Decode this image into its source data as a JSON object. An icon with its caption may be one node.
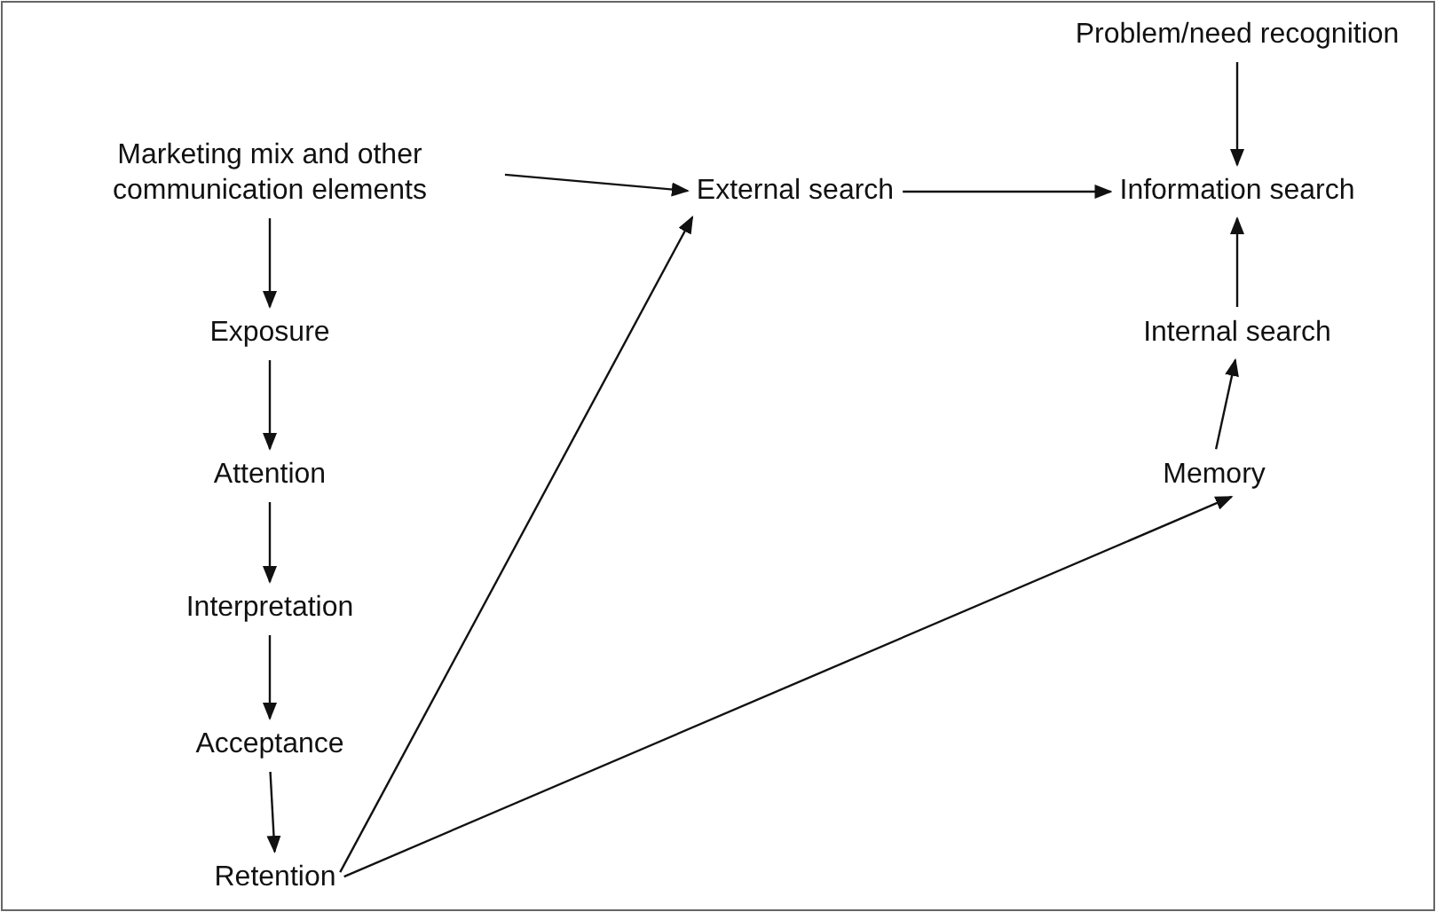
{
  "diagram": {
    "nodes": [
      {
        "text": [
          "Problem/need recognition"
        ]
      },
      {
        "text": [
          "Marketing mix and other communication elements"
        ]
      },
      {
        "text": [
          "External search"
        ]
      },
      {
        "text": [
          "Information search"
        ]
      },
      {
        "text": [
          "Exposure"
        ]
      },
      {
        "text": [
          "Internal search"
        ]
      },
      {
        "text": [
          "Attention"
        ]
      },
      {
        "text": [
          "Memory"
        ]
      },
      {
        "text": [
          "Interpretation"
        ]
      },
      {
        "text": [
          "Acceptance"
        ]
      },
      {
        "text": [
          "Retention"
        ]
      }
    ],
    "edges": [
      {
        "from": 0,
        "to": 3,
        "arrow": "to"
      },
      {
        "from": 1,
        "to": 2,
        "arrow": "to"
      },
      {
        "from": 2,
        "to": 3,
        "arrow": "to"
      },
      {
        "from": 1,
        "to": 4,
        "arrow": "to"
      },
      {
        "from": 4,
        "to": 6,
        "arrow": "to"
      },
      {
        "from": 6,
        "to": 8,
        "arrow": "to"
      },
      {
        "from": 8,
        "to": 9,
        "arrow": "to"
      },
      {
        "from": 9,
        "to": 10,
        "arrow": "to"
      },
      {
        "from": 10,
        "to": 2,
        "arrow": "to"
      },
      {
        "from": 10,
        "to": 7,
        "arrow": "to"
      },
      {
        "from": 7,
        "to": 5,
        "arrow": "to"
      },
      {
        "from": 5,
        "to": 3,
        "arrow": "to"
      }
    ]
  }
}
